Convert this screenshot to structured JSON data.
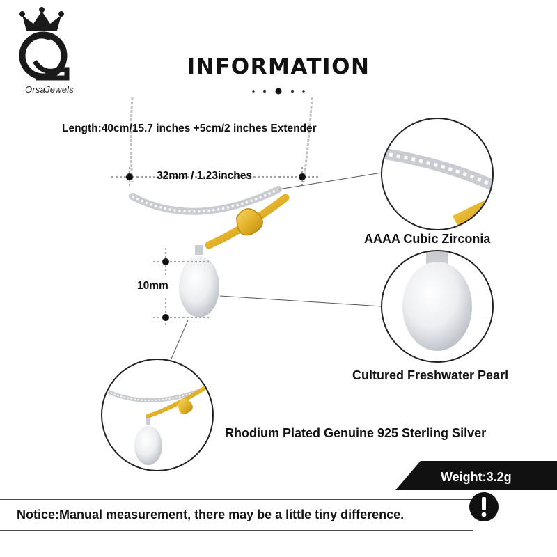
{
  "brand": {
    "name": "OrsaJewels"
  },
  "header": {
    "title": "INFORMATION"
  },
  "measurements": {
    "length": "Length:40cm/15.7 inches +5cm/2 inches Extender",
    "width": "32mm / 1.23inches",
    "pearl_size": "10mm"
  },
  "features": {
    "stone": "AAAA Cubic Zirconia",
    "pearl": "Cultured Freshwater Pearl",
    "material": "Rhodium Plated Genuine 925 Sterling Silver"
  },
  "weight": "Weight:3.2g",
  "notice": "Notice:Manual measurement, there may be a little tiny difference.",
  "colors": {
    "gold": "#e3b22a",
    "silver": "#c9ccd0",
    "pearl": "#eef0f2",
    "black": "#111111"
  },
  "icons": [
    "crown-logo-icon",
    "warning-icon"
  ]
}
